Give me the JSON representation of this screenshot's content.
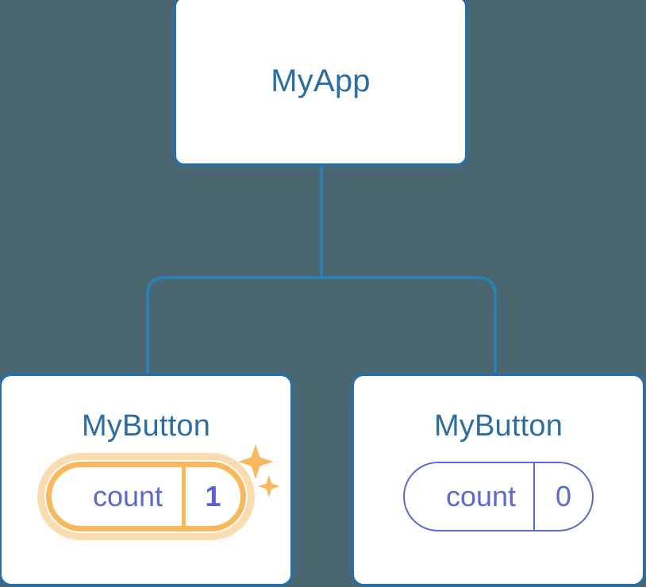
{
  "diagram": {
    "type": "component-tree",
    "background_color": "#4a6670",
    "node_border_color": "#2d6e9e",
    "connector_color": "#2d7fb0",
    "title_color": "#2d6e9e",
    "state_text_color": "#5b6ad0",
    "highlight_color": "#f7b95c",
    "highlight_glow_color": "#fbdcae",
    "root": {
      "title": "MyApp"
    },
    "children": [
      {
        "title": "MyButton",
        "state": {
          "key": "count",
          "value": "1"
        },
        "highlighted": true,
        "sparkle_icons": [
          "sparkle-large-icon",
          "sparkle-small-icon"
        ]
      },
      {
        "title": "MyButton",
        "state": {
          "key": "count",
          "value": "0"
        },
        "highlighted": false,
        "sparkle_icons": []
      }
    ]
  }
}
